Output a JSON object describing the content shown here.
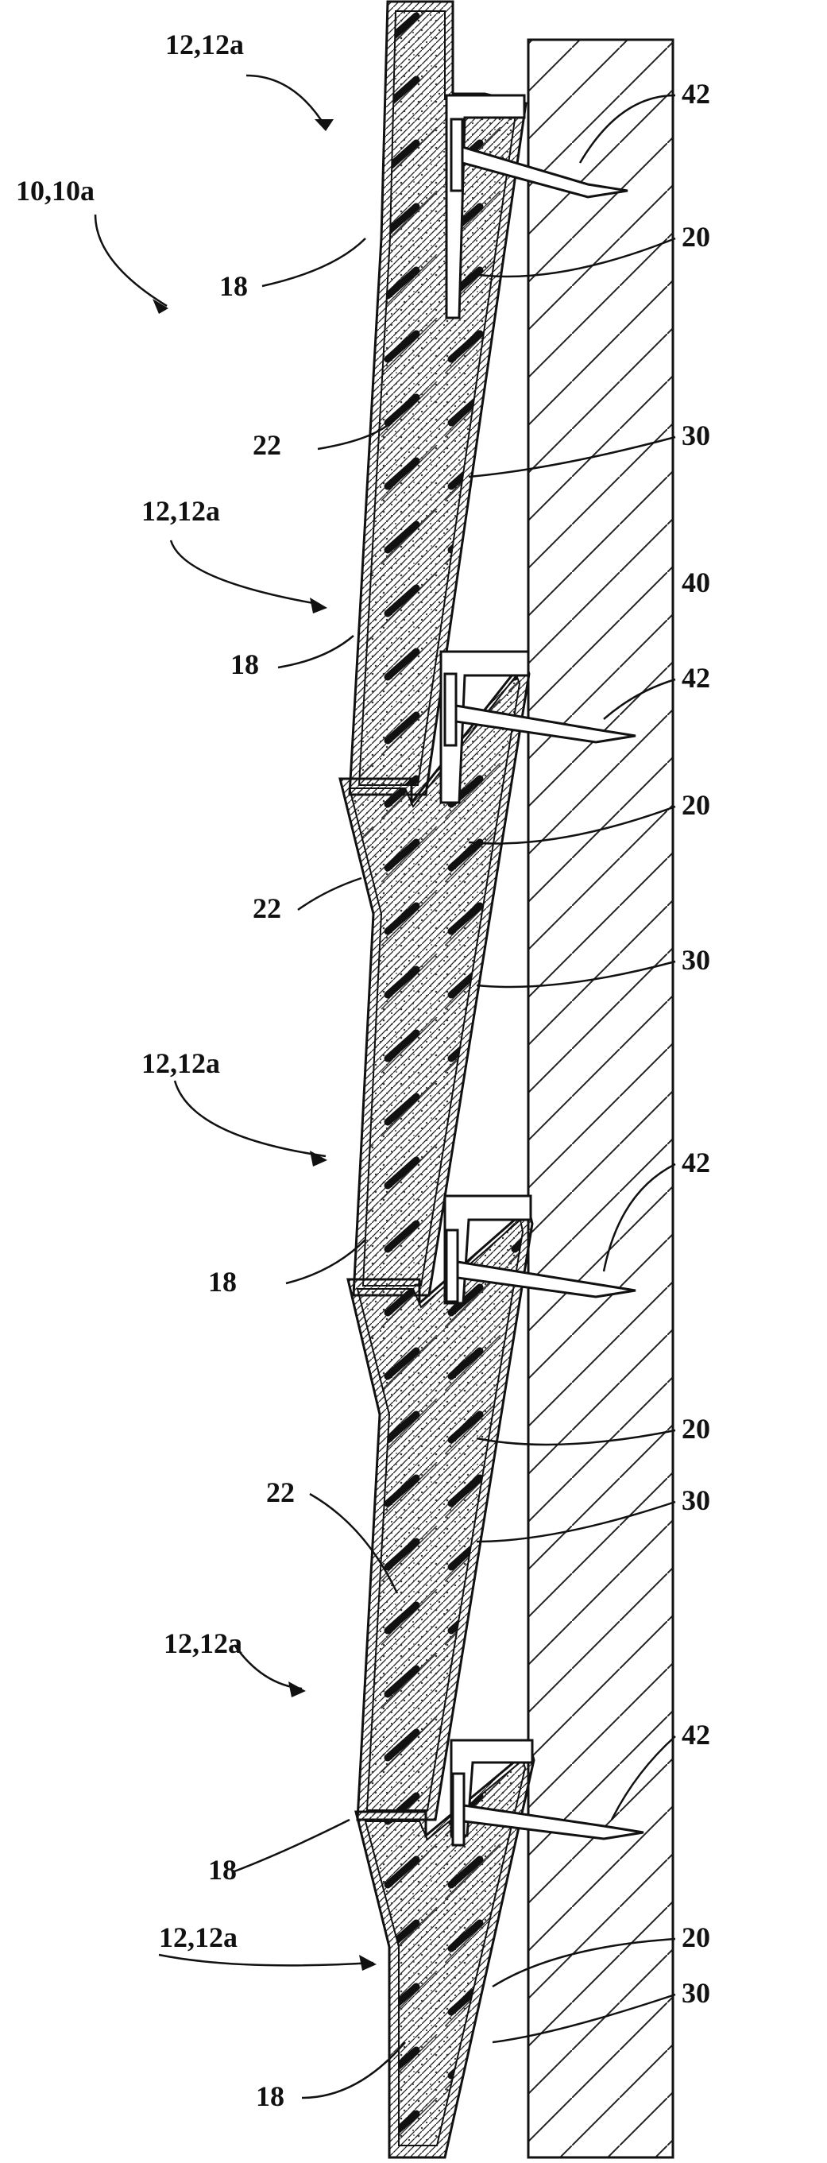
{
  "figure": {
    "assembly_label": "10,10a",
    "panel_label": "12,12a",
    "edge_label": "18",
    "core_label": "20",
    "facing_label": "22",
    "backing_label": "30",
    "wall_label": "40",
    "fastener_label": "42",
    "colors": {
      "ink": "#111111",
      "paper": "#ffffff"
    }
  }
}
